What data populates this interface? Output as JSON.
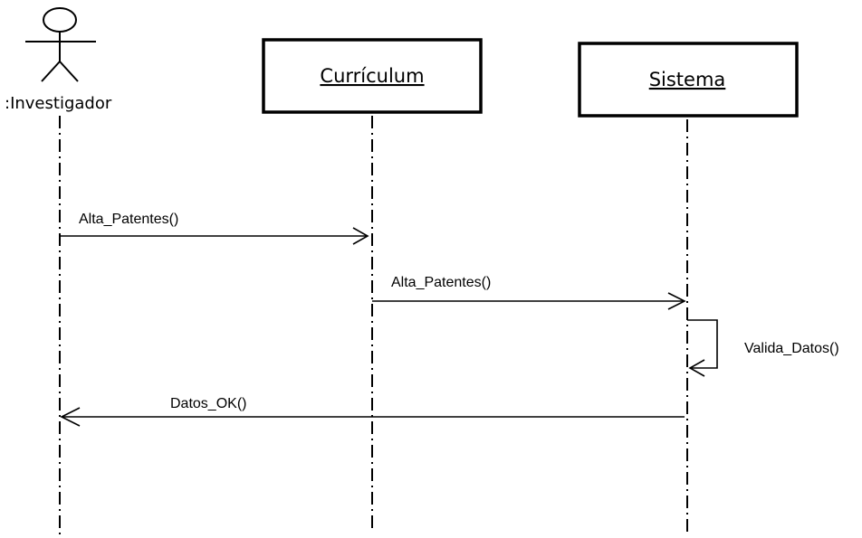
{
  "actor": {
    "name": ":Investigador"
  },
  "participants": [
    {
      "name": "Currículum"
    },
    {
      "name": "Sistema"
    }
  ],
  "messages": [
    {
      "label": "Alta_Patentes()",
      "from": "Investigador",
      "to": "Currículum"
    },
    {
      "label": "Alta_Patentes()",
      "from": "Currículum",
      "to": "Sistema"
    },
    {
      "label": "Valida_Datos()",
      "from": "Sistema",
      "to": "Sistema"
    },
    {
      "label": "Datos_OK()",
      "from": "Sistema",
      "to": "Investigador"
    }
  ]
}
